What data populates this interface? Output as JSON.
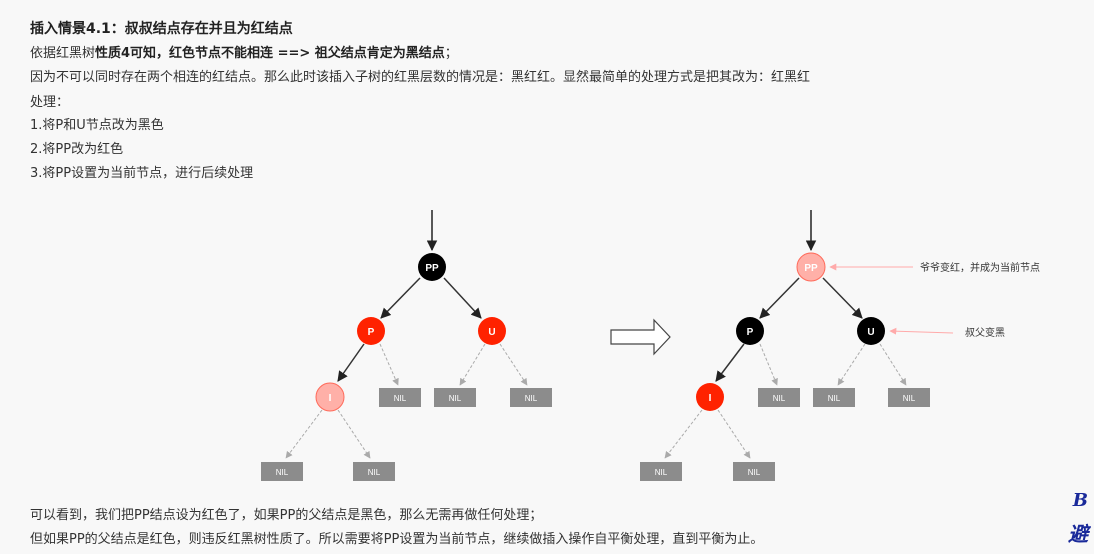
{
  "heading": "插入情景4.1：叔叔结点存在并且为红结点",
  "line1": {
    "a": "依据红黑树",
    "b": "性质4可知，红色节点不能相连 ==> 祖父结点肯定为黑结点",
    "c": "；"
  },
  "line2": "因为不可以同时存在两个相连的红结点。那么此时该插入子树的红黑层数的情况是：黑红红。显然最简单的处理方式是把其改为：红黑红",
  "line3": "处理：",
  "steps": [
    "1.将P和U节点改为黑色",
    "2.将PP改为红色",
    "3.将PP设置为当前节点，进行后续处理"
  ],
  "footer": [
    "可以看到，我们把PP结点设为红色了，如果PP的父结点是黑色，那么无需再做任何处理；",
    "但如果PP的父结点是红色，则违反红黑树性质了。所以需要将PP设置为当前节点，继续做插入操作自平衡处理，直到平衡为止。"
  ],
  "diagram": {
    "before": {
      "pp": "PP",
      "p": "P",
      "u": "U",
      "i": "I",
      "nil": "NIL"
    },
    "after": {
      "pp": "PP",
      "p": "P",
      "u": "U",
      "i": "I",
      "nil": "NIL",
      "note_pp": "爷爷变红，并成为当前节点",
      "note_u": "叔父变黑"
    }
  },
  "colors": {
    "red": "#ff2200",
    "black": "#000000",
    "pink": "#ffb0a8",
    "nil": "#8c8c8c",
    "note_line": "#ffaaaa"
  },
  "corner_marks": [
    "B",
    "避"
  ]
}
